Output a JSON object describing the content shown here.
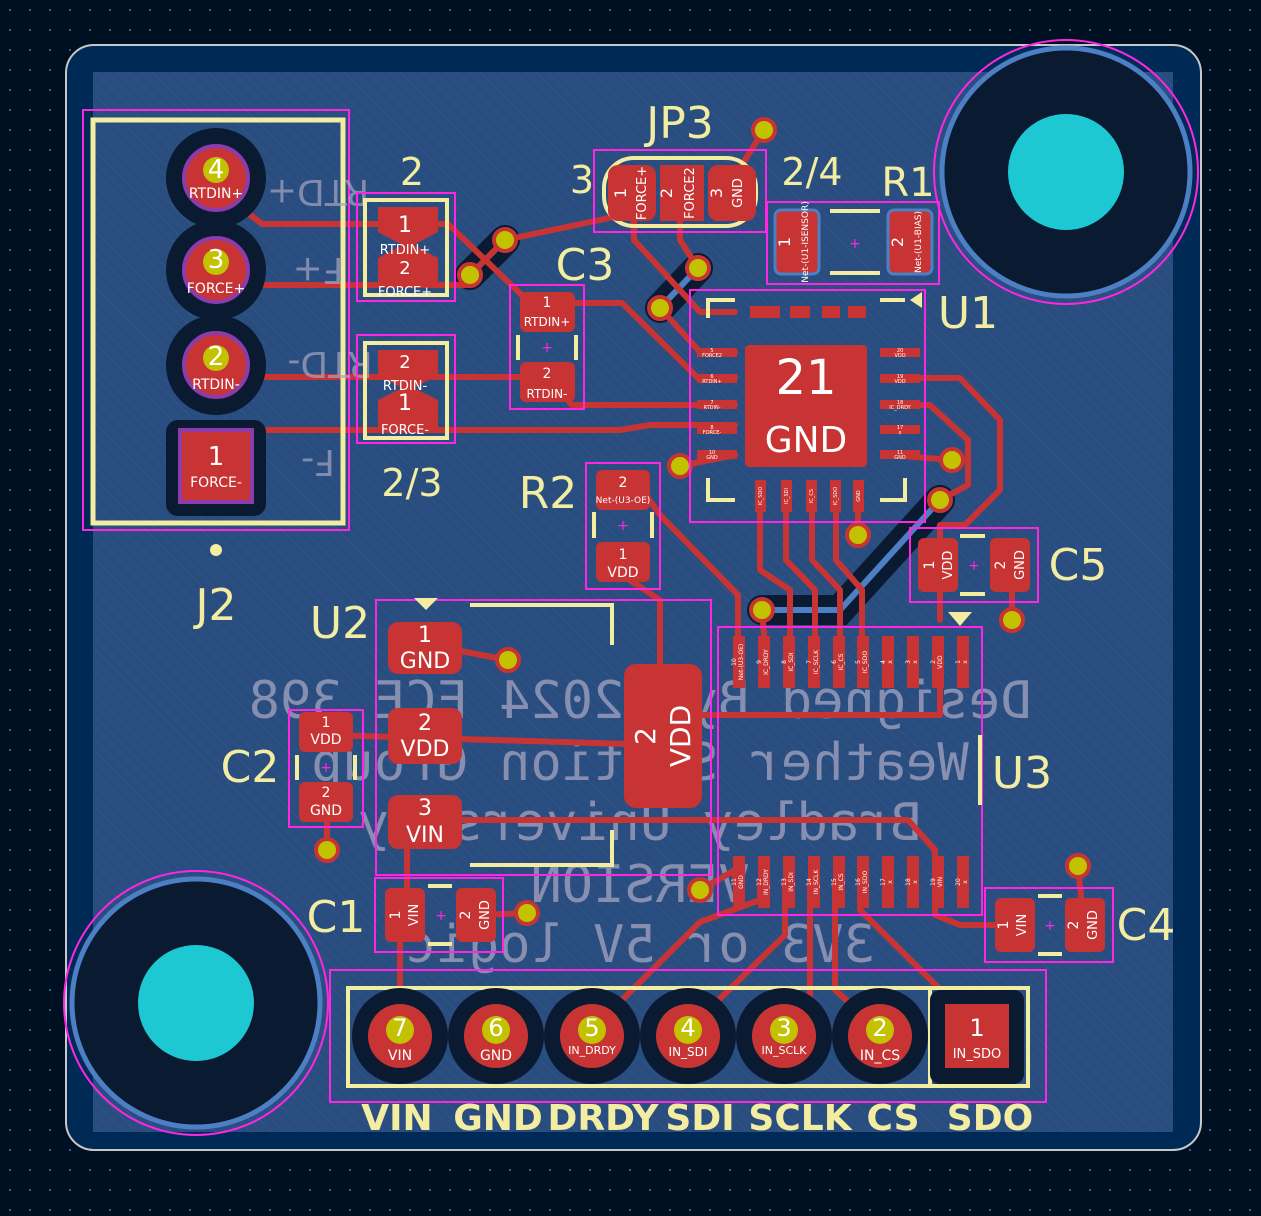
{
  "colors": {
    "background": "#001023",
    "board": "#2a4d80",
    "copper_top": "#c83434",
    "copper_bottom": "#4d7fc4",
    "silkscreen": "#f2eda1",
    "courtyard": "#ff26e2",
    "via_fill": "#c2c200",
    "hole": "#1ec8d2",
    "ref_text": "#f2eda1",
    "back_silk": "#a6a6c0"
  },
  "refs": {
    "jp3": "JP3",
    "r1": "R1",
    "c3": "C3",
    "u1": "U1",
    "r2": "R2",
    "j2": "J2",
    "c5": "C5",
    "u2": "U2",
    "c2": "C2",
    "u3": "U3",
    "c1": "C1",
    "c4": "C4"
  },
  "silk_labels": {
    "rtd_plus": "RTD+",
    "f_plus": "F+",
    "rtd_minus": "RTD-",
    "f_minus": "F-",
    "jp_left_2": "2",
    "jp_left_23": "2/3",
    "jp3_3": "3",
    "jp3_24": "2/4",
    "plus": "+"
  },
  "back_silk_text": [
    "Designed By F2024 ECE 398",
    "Weather Station Group",
    "Bradley University",
    "VERSION",
    "3V3 or 5V logic"
  ],
  "j2_pins": [
    {
      "num": "4",
      "net": "RTDIN+"
    },
    {
      "num": "3",
      "net": "FORCE+"
    },
    {
      "num": "2",
      "net": "RTDIN-"
    },
    {
      "num": "1",
      "net": "FORCE-"
    }
  ],
  "jp_upper_pads": [
    {
      "num": "1",
      "net": "RTDIN+"
    },
    {
      "num": "2",
      "net": "FORCE+"
    }
  ],
  "jp_lower_pads": [
    {
      "num": "2",
      "net": "RTDIN-"
    },
    {
      "num": "1",
      "net": "FORCE-"
    }
  ],
  "jp3_pads": [
    {
      "num": "1",
      "net": "FORCE+"
    },
    {
      "num": "2",
      "net": "FORCE2"
    },
    {
      "num": "3",
      "net": "GND"
    }
  ],
  "r1_pads": [
    {
      "num": "1",
      "net": "Net-(U1-ISENSOR)"
    },
    {
      "num": "2",
      "net": "Net-(U1-BIAS)"
    }
  ],
  "c3_pads": [
    {
      "num": "1",
      "net": "RTDIN+"
    },
    {
      "num": "2",
      "net": "RTDIN-"
    }
  ],
  "u1": {
    "pad_num": "21",
    "pad_net": "GND",
    "left_pins": [
      {
        "num": "5",
        "net": "FORCE2"
      },
      {
        "num": "6",
        "net": "RTDIN+"
      },
      {
        "num": "7",
        "net": "RTDIN-"
      },
      {
        "num": "8",
        "net": "FORCE-"
      },
      {
        "num": "10",
        "net": "GND"
      }
    ],
    "right_pins": [
      {
        "num": "20",
        "net": "VDD"
      },
      {
        "num": "19",
        "net": "VDD"
      },
      {
        "num": "18",
        "net": "IC_DRDY"
      },
      {
        "num": "17",
        "net": "x"
      },
      {
        "num": "11",
        "net": "GND"
      }
    ],
    "bottom_pins": [
      {
        "num": "16",
        "net": "IC_SDO"
      },
      {
        "num": "15",
        "net": "IC_SDI"
      },
      {
        "num": "14",
        "net": "IC_CS"
      },
      {
        "num": "13",
        "net": "IC_SDO"
      },
      {
        "num": "12",
        "net": "GND"
      }
    ]
  },
  "r2_pads": [
    {
      "num": "2",
      "net": "Net-(U3-OE)"
    },
    {
      "num": "1",
      "net": "VDD"
    }
  ],
  "c5_pads": [
    {
      "num": "1",
      "net": "VDD"
    },
    {
      "num": "2",
      "net": "GND"
    }
  ],
  "u2_pads": [
    {
      "num": "1",
      "net": "GND"
    },
    {
      "num": "2",
      "net": "VDD"
    },
    {
      "num": "3",
      "net": "VIN"
    }
  ],
  "u2_tab": {
    "num": "2",
    "net": "VDD"
  },
  "c2_pads": [
    {
      "num": "1",
      "net": "VDD"
    },
    {
      "num": "2",
      "net": "GND"
    }
  ],
  "c1_pads": [
    {
      "num": "1",
      "net": "VIN"
    },
    {
      "num": "2",
      "net": "GND"
    }
  ],
  "c4_pads": [
    {
      "num": "1",
      "net": "VIN"
    },
    {
      "num": "2",
      "net": "GND"
    }
  ],
  "u3_top_pins": [
    {
      "num": "10",
      "net": "Net-(U3-OE)"
    },
    {
      "num": "9",
      "net": "IC_DRDY"
    },
    {
      "num": "8",
      "net": "IC_SDI"
    },
    {
      "num": "7",
      "net": "IC_SCLK"
    },
    {
      "num": "6",
      "net": "IC_CS"
    },
    {
      "num": "5",
      "net": "IC_SDO"
    },
    {
      "num": "4",
      "net": "x"
    },
    {
      "num": "3",
      "net": "x"
    },
    {
      "num": "2",
      "net": "VDD"
    },
    {
      "num": "1",
      "net": "x"
    }
  ],
  "u3_bottom_pins": [
    {
      "num": "11",
      "net": "GND"
    },
    {
      "num": "12",
      "net": "IN_DRDY"
    },
    {
      "num": "13",
      "net": "IN_SDI"
    },
    {
      "num": "14",
      "net": "IN_SCLK"
    },
    {
      "num": "15",
      "net": "IN_CS"
    },
    {
      "num": "16",
      "net": "IN_SDO"
    },
    {
      "num": "17",
      "net": "x"
    },
    {
      "num": "18",
      "net": "x"
    },
    {
      "num": "19",
      "net": "VIN"
    },
    {
      "num": "20",
      "net": "x"
    }
  ],
  "header_pins": [
    {
      "num": "7",
      "net": "VIN",
      "label": "VIN"
    },
    {
      "num": "6",
      "net": "GND",
      "label": "GND"
    },
    {
      "num": "5",
      "net": "IN_DRDY",
      "label": "DRDY"
    },
    {
      "num": "4",
      "net": "IN_SDI",
      "label": "SDI"
    },
    {
      "num": "3",
      "net": "IN_SCLK",
      "label": "SCLK"
    },
    {
      "num": "2",
      "net": "IN_CS",
      "label": "CS"
    },
    {
      "num": "1",
      "net": "IN_SDO",
      "label": "SDO"
    }
  ]
}
